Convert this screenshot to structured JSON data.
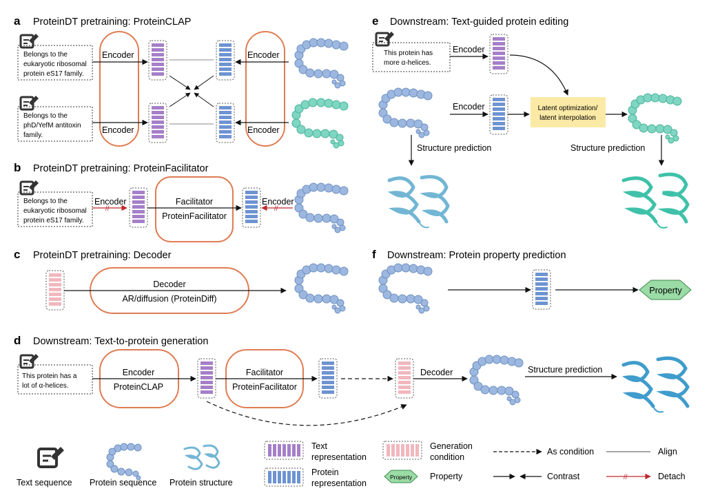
{
  "panels": {
    "a": {
      "letter": "a",
      "title": "ProteinDT pretraining: ProteinCLAP",
      "text1": [
        "Belongs to the",
        "eukaryotic ribosomal",
        "protein eS17 family."
      ],
      "text2": [
        "Belongs to the",
        "phD/YefM antitoxin",
        "family."
      ],
      "encoder": "Encoder"
    },
    "b": {
      "letter": "b",
      "title": "ProteinDT pretraining: ProteinFacilitator",
      "text": [
        "Belongs to the",
        "eukaryotic ribosomal",
        "protein eS17 family."
      ],
      "encoder": "Encoder",
      "facilitator": "Facilitator",
      "facilitator_sub": "ProteinFacilitator"
    },
    "c": {
      "letter": "c",
      "title": "ProteinDT pretraining: Decoder",
      "decoder": "Decoder",
      "decoder_sub": "AR/diffusion (ProteinDiff)"
    },
    "d": {
      "letter": "d",
      "title": "Downstream: Text-to-protein generation",
      "text": [
        "This protein has a",
        "lot of α-helices."
      ],
      "encoder": "Encoder",
      "encoder_sub": "ProteinCLAP",
      "facilitator": "Facilitator",
      "facilitator_sub": "ProteinFacilitator",
      "decoder": "Decoder",
      "structure": "Structure prediction"
    },
    "e": {
      "letter": "e",
      "title": "Downstream: Text-guided protein editing",
      "text": [
        "This protein has",
        "more α-helices."
      ],
      "encoder": "Encoder",
      "latent": [
        "Latent optimization/",
        "latent interpolation"
      ],
      "structure": "Structure prediction"
    },
    "f": {
      "letter": "f",
      "title": "Downstream: Protein property prediction",
      "property": "Property"
    }
  },
  "legend": {
    "text_sequence": "Text sequence",
    "protein_sequence": "Protein sequence",
    "protein_structure": "Protein structure",
    "text_rep": [
      "Text",
      "representation"
    ],
    "protein_rep": [
      "Protein",
      "representation"
    ],
    "gen_cond": [
      "Generation",
      "condition"
    ],
    "property_badge": "Property",
    "property": "Property",
    "as_condition": "As condition",
    "align": "Align",
    "contrast": "Contrast",
    "detach": "Detach"
  },
  "colors": {
    "outline_orange": "#e07b52",
    "text_rep": "#a57fc8",
    "protein_rep": "#6e93d1",
    "gen_cond": "#f1b7bd",
    "bead_blue": "#9db8e0",
    "bead_teal": "#7fd6c2",
    "latent_box": "#fbe9a6",
    "property_green": "#9bdba6",
    "detach_red": "#c0272d"
  }
}
